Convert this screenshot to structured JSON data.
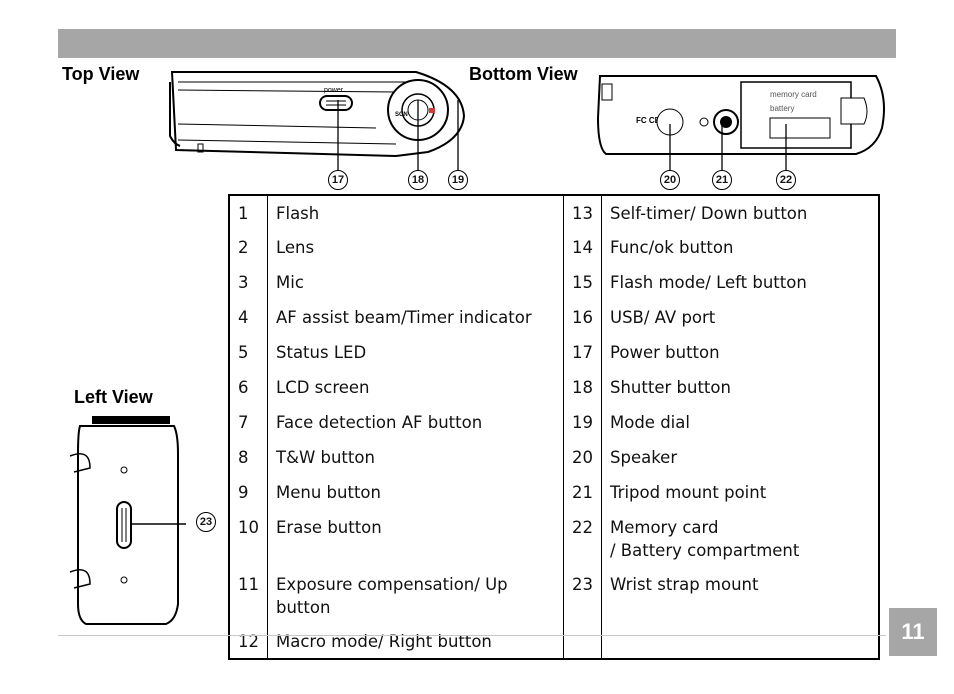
{
  "page": {
    "number": "11"
  },
  "views": {
    "top": "Top View",
    "bottom": "Bottom View",
    "left": "Left View"
  },
  "illustrations": {
    "top": {
      "power_label": "power",
      "dial_label": "SCN"
    },
    "bottom": {
      "door_label_1": "memory card",
      "door_label_2": "battery",
      "marking": "FC CE"
    }
  },
  "callouts": [
    "17",
    "18",
    "19",
    "20",
    "21",
    "22",
    "23"
  ],
  "parts": [
    {
      "n": "1",
      "label": "Flash"
    },
    {
      "n": "2",
      "label": "Lens"
    },
    {
      "n": "3",
      "label": "Mic"
    },
    {
      "n": "4",
      "label": "AF assist beam/Timer indicator"
    },
    {
      "n": "5",
      "label": "Status LED"
    },
    {
      "n": "6",
      "label": "LCD screen"
    },
    {
      "n": "7",
      "label": "Face detection AF button"
    },
    {
      "n": "8",
      "label": "T&W button"
    },
    {
      "n": "9",
      "label": "Menu button"
    },
    {
      "n": "10",
      "label": "Erase button"
    },
    {
      "n": "11",
      "label": "Exposure compensation/ Up button"
    },
    {
      "n": "12",
      "label": "Macro mode/ Right button"
    },
    {
      "n": "13",
      "label": "Self-timer/ Down button"
    },
    {
      "n": "14",
      "label": "Func/ok button"
    },
    {
      "n": "15",
      "label": "Flash mode/ Left button"
    },
    {
      "n": "16",
      "label": "USB/ AV port"
    },
    {
      "n": "17",
      "label": "Power button"
    },
    {
      "n": "18",
      "label": "Shutter button"
    },
    {
      "n": "19",
      "label": "Mode dial"
    },
    {
      "n": "20",
      "label": "Speaker"
    },
    {
      "n": "21",
      "label": "Tripod mount point"
    },
    {
      "n": "22",
      "label": "Memory card\n/ Battery compartment"
    },
    {
      "n": "23",
      "label": "Wrist strap mount"
    }
  ]
}
